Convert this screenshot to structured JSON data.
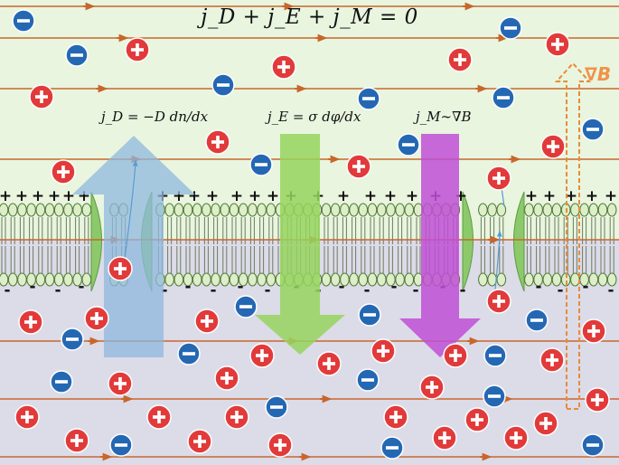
{
  "labels": {
    "balance_equation": "j_D + j_E + j_M = 0",
    "diffusion_current": "j_D = −D dn/dx",
    "electric_current": "j_E = σ dφ/dx",
    "magnetic_current": "j_M∼∇B",
    "field_gradient": "∇B"
  },
  "ions": {
    "cation_symbol": "+",
    "anion_symbol": "−"
  },
  "membrane": {
    "top_charge_symbol": "+",
    "bottom_charge_symbol": "-"
  },
  "colors": {
    "extracellular_bg": "#e9f5df",
    "intracellular_bg": "#dcdbe8",
    "cation": "#e23a3a",
    "anion": "#2468b4",
    "diffusion_arrow": "#8fb8dd",
    "electric_arrow": "#96d45e",
    "magnetic_arrow": "#c04fd6",
    "field_lines": "#c8662b",
    "gradient_arrow": "#e78b3a",
    "lipid_head": "#ddeec9",
    "channel_protein": "#8cc96a"
  }
}
